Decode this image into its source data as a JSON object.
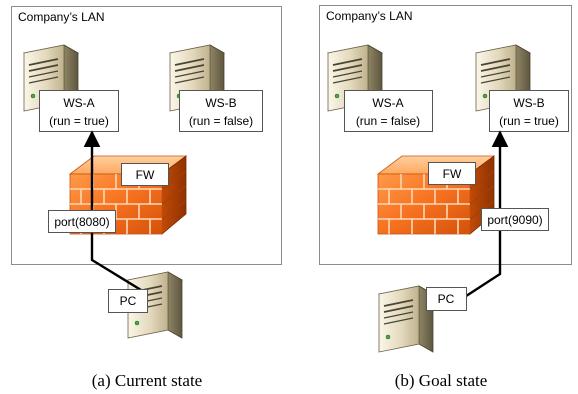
{
  "panels": [
    {
      "lan_title": "Company’s LAN",
      "ws_a": {
        "name": "WS-A",
        "state": "(run = true)"
      },
      "ws_b": {
        "name": "WS-B",
        "state": "(run = false)"
      },
      "firewall": "FW",
      "port": "port(8080)",
      "client": "PC",
      "caption": "(a) Current state"
    },
    {
      "lan_title": "Company’s LAN",
      "ws_a": {
        "name": "WS-A",
        "state": "(run = false)"
      },
      "ws_b": {
        "name": "WS-B",
        "state": "(run = true)"
      },
      "firewall": "FW",
      "port": "port(9090)",
      "client": "PC",
      "caption": "(b) Goal state"
    }
  ]
}
